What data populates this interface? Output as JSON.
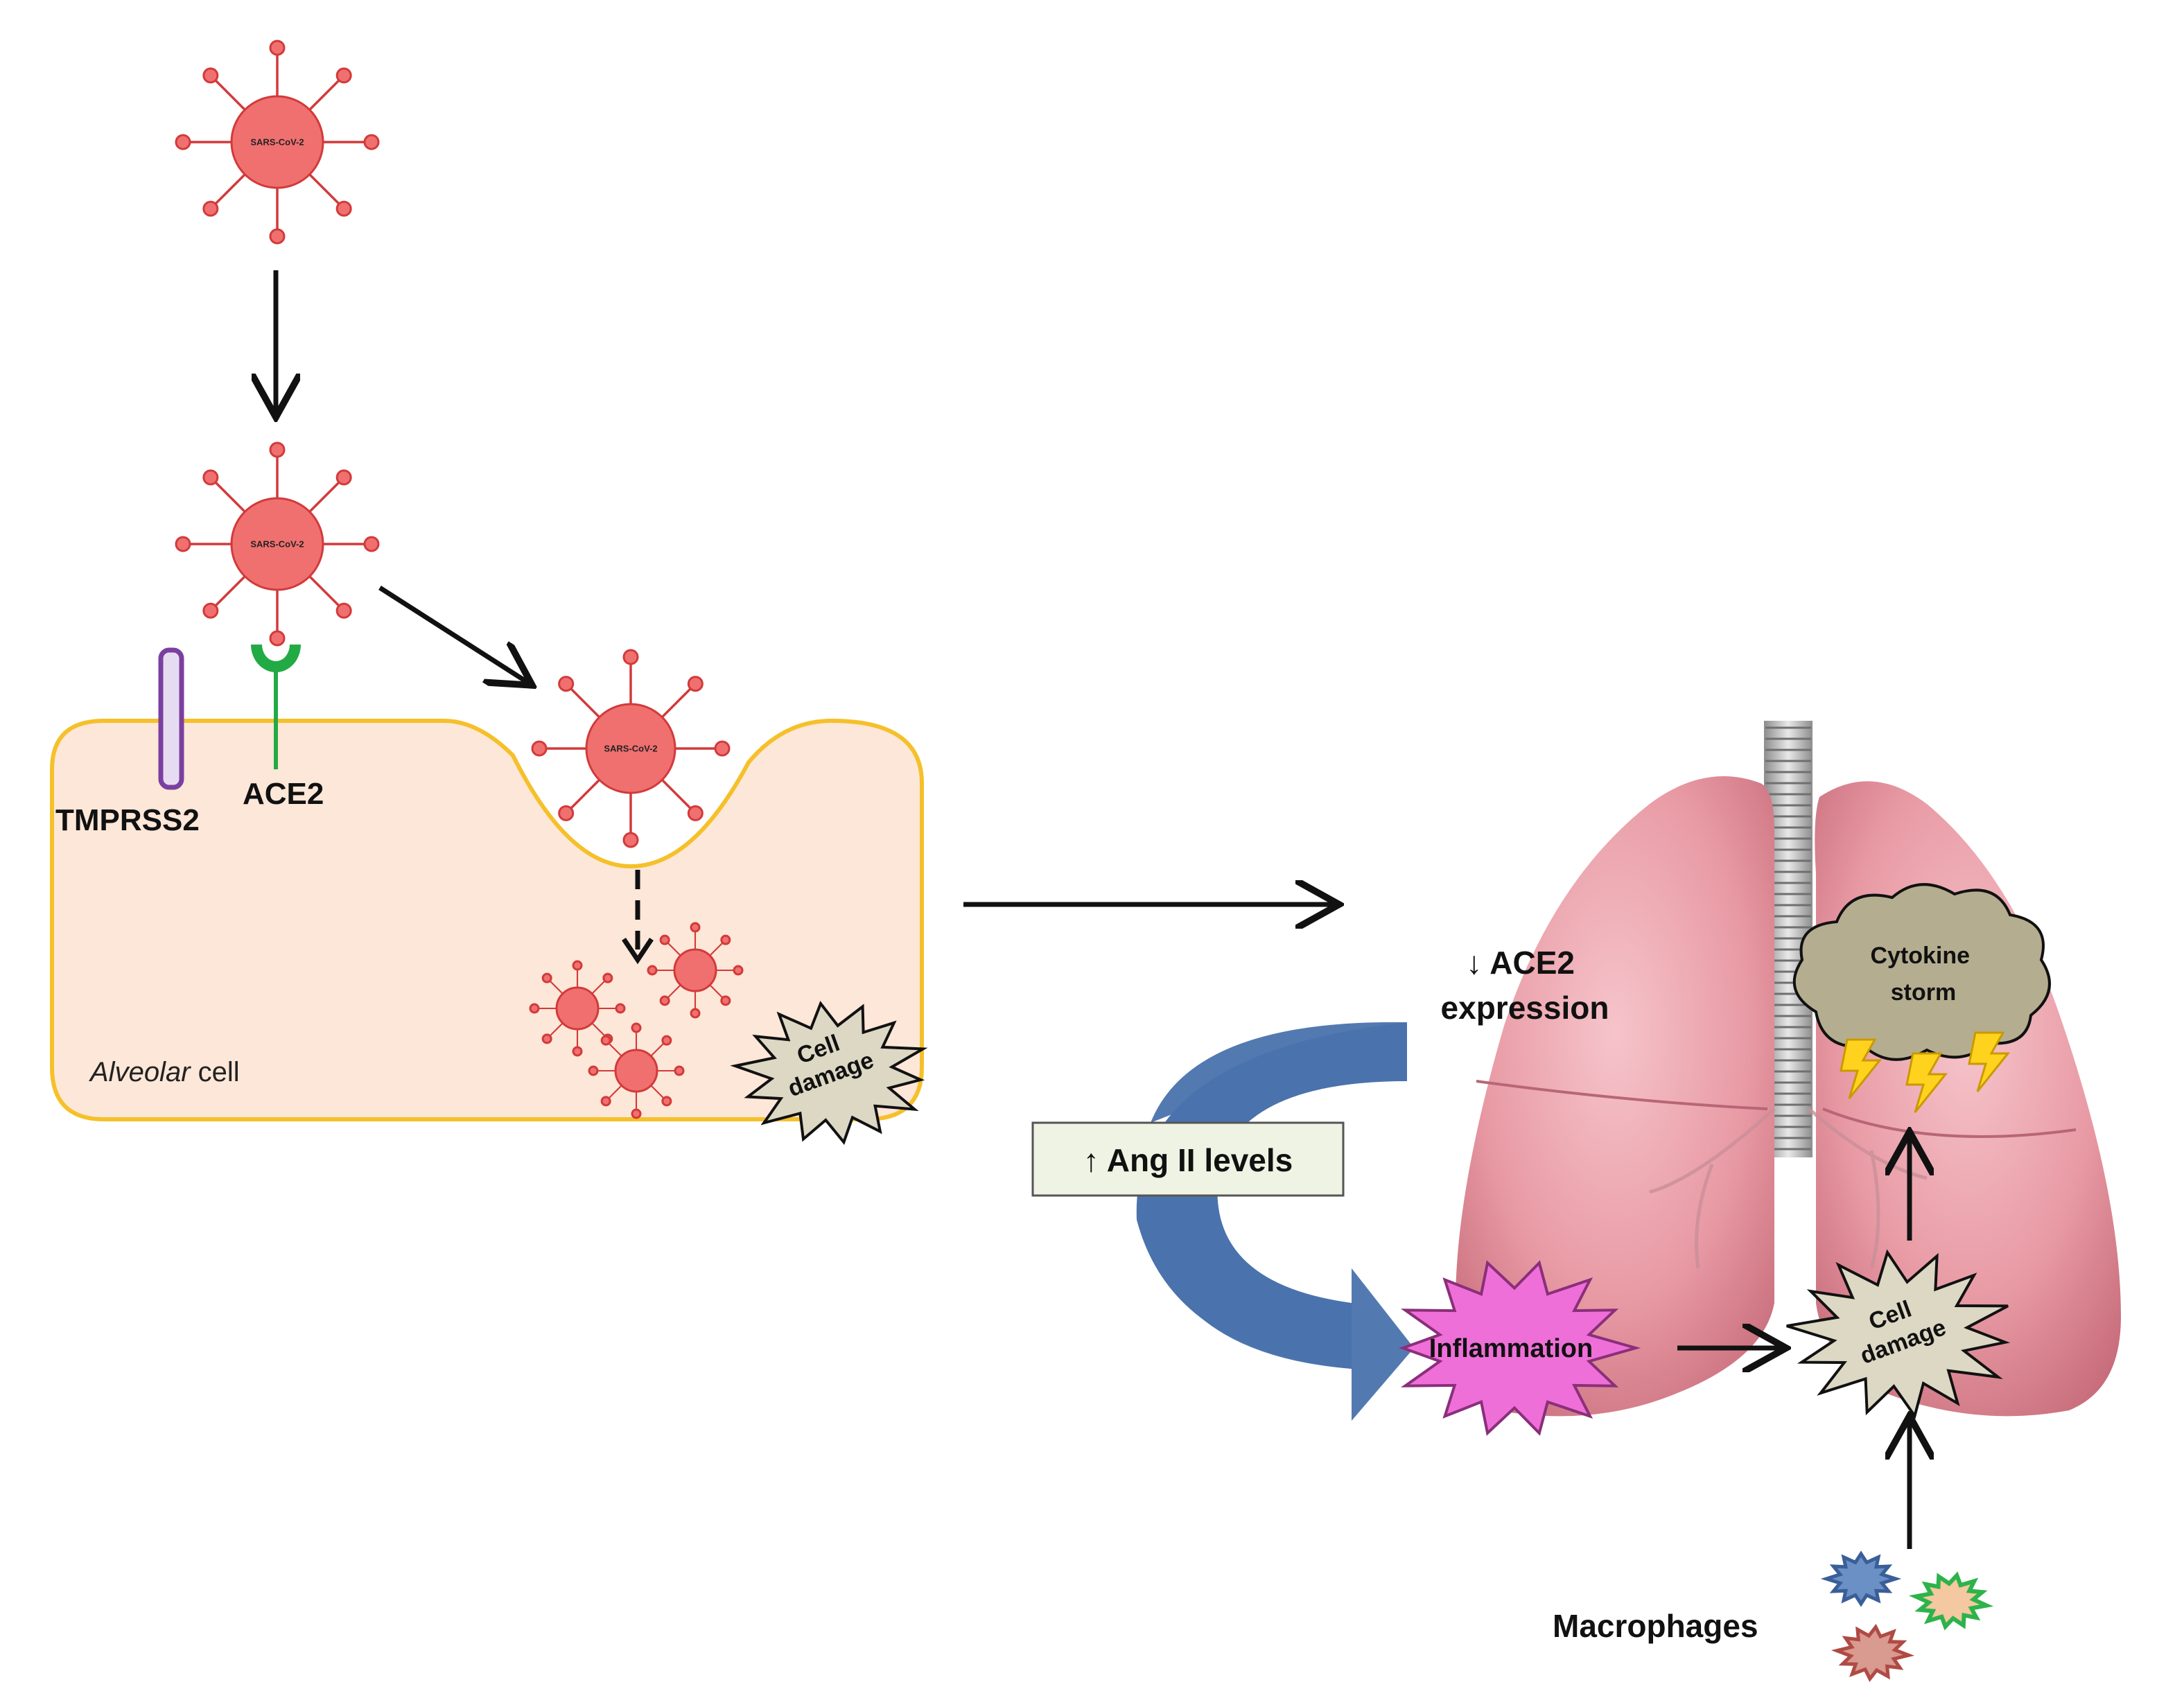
{
  "labels": {
    "virus": "SARS-CoV-2",
    "tmprss2": "TMPRSS2",
    "ace2": "ACE2",
    "alveolar_italic": "Alveolar",
    "alveolar_rest": " cell",
    "cell_damage_line1": "Cell",
    "cell_damage_line2": "damage",
    "ace2_expression_line1": "↓ ACE2",
    "ace2_expression_line2": "expression",
    "ang_ii": "↑ Ang II levels",
    "inflammation": "Inflammation",
    "cytokine_line1": "Cytokine",
    "cytokine_line2": "storm",
    "macrophages": "Macrophages"
  },
  "colors": {
    "virus_fill": "#f07070",
    "virus_stroke": "#d23a3a",
    "cell_fill": "#fde7d8",
    "cell_stroke": "#f5c02a",
    "ace2_receptor": "#22aa44",
    "tmprss2_stroke": "#7a3fa0",
    "tmprss2_fill": "#e6dcf2",
    "curved_arrow": "#4a72ad",
    "ang_box_fill": "#eef3e4",
    "inflammation_fill": "#ef6fd8",
    "damage_fill": "#dcd8c4",
    "cloud_fill": "#b5ad90",
    "lightning": "#ffd21e",
    "lung": "#e89aa4",
    "macrophage_blue": "#6a90c6",
    "macrophage_green": "#2db34a",
    "macrophage_brown": "#b04a44"
  }
}
